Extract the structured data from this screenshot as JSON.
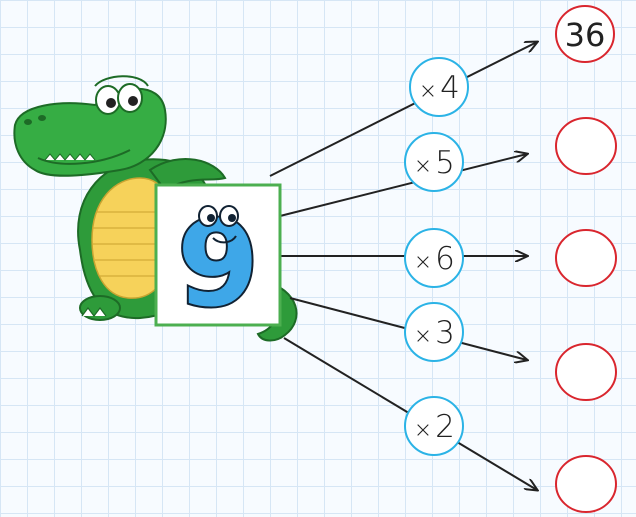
{
  "center_number": "9",
  "operations": [
    {
      "sign": "×",
      "factor": "4",
      "answer": "36"
    },
    {
      "sign": "×",
      "factor": "5",
      "answer": ""
    },
    {
      "sign": "×",
      "factor": "6",
      "answer": ""
    },
    {
      "sign": "×",
      "factor": "3",
      "answer": ""
    },
    {
      "sign": "×",
      "factor": "2",
      "answer": ""
    }
  ],
  "colors": {
    "op_circle_border": "#2bb3e6",
    "answer_circle_border": "#d9262e",
    "center_box_border": "#4caf50",
    "digit_fill": "#3ea7e8",
    "crocodile_green": "#2e9b3a",
    "crocodile_belly": "#f6d25a",
    "arrow": "#222222"
  }
}
